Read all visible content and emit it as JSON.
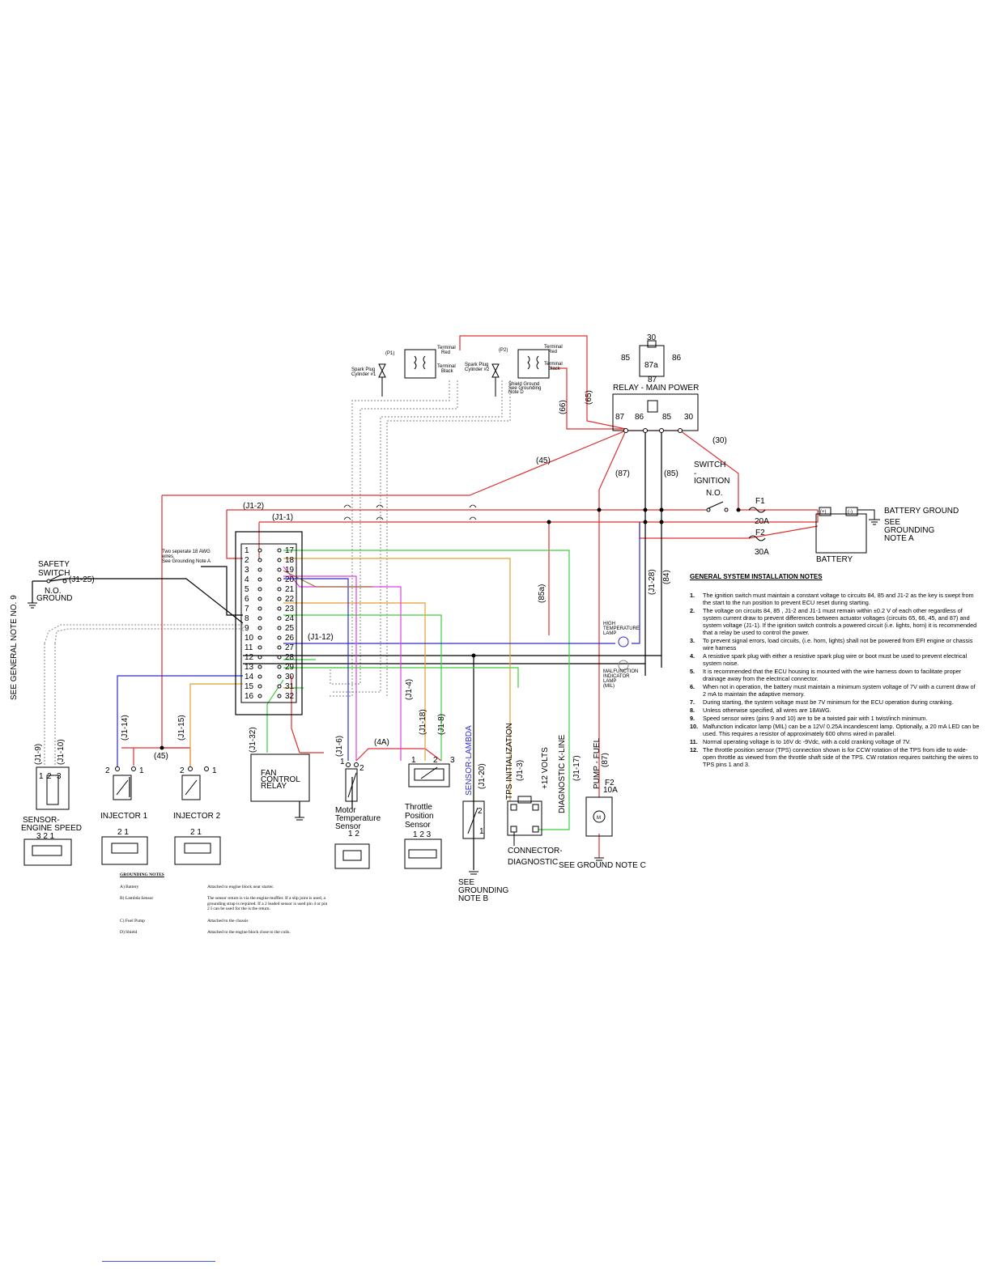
{
  "relay": {
    "title": "RELAY - MAIN POWER",
    "terminals": [
      "87",
      "86",
      "85",
      "30"
    ],
    "symbol": {
      "top": "30",
      "left": "85",
      "right": "86",
      "center": "87a",
      "bottom": "87"
    }
  },
  "circuits": {
    "c65": "(65)",
    "c66": "(66)",
    "c45a": "(45)",
    "c87": "(87)",
    "c85": "(85)",
    "c30": "(30)",
    "c85a": "(85a)",
    "c84": "(84)",
    "c45b": "(45)",
    "c4a": "(4A)"
  },
  "wire_labels": {
    "j1_2": "(J1-2)",
    "j1_1": "(J1-1)",
    "j1_25": "(J1-25)",
    "j1_12": "(J1-12)",
    "j1_28": "(J1-28)",
    "j1_4": "(J1-4)",
    "j1_18": "(J1-18)",
    "j1_8": "(J1-8)",
    "j1_6": "(J1-6)",
    "j1_14": "(J1-14)",
    "j1_15": "(J1-15)",
    "j1_9": "(J1-9)",
    "j1_10": "(J1-10)",
    "j1_32": "(J1-32)",
    "j1_20": "(J1-20)",
    "j1_3": "(J1-3)",
    "j1_17": "(J1-17)",
    "c87b": "(87)"
  },
  "ignition": {
    "line1": "SWITCH",
    "line2": "-",
    "line3": "IGNITION",
    "state": "N.O."
  },
  "fuses": {
    "f1": "F1",
    "f1_rating": "20A",
    "f2": "F2",
    "f2_rating": "30A",
    "f2_pump": "F2",
    "f2_pump_rating": "10A"
  },
  "battery": {
    "label": "BATTERY",
    "pos": "(+)",
    "neg": "(-)",
    "ground": "BATTERY GROUND",
    "note1": "SEE",
    "note2": "GROUNDING",
    "note3": "NOTE A"
  },
  "ecu": {
    "left_pins": [
      "1",
      "2",
      "3",
      "4",
      "5",
      "6",
      "7",
      "8",
      "9",
      "10",
      "11",
      "12",
      "13",
      "14",
      "15",
      "16"
    ],
    "right_pins": [
      "17",
      "18",
      "19",
      "20",
      "21",
      "22",
      "23",
      "24",
      "25",
      "26",
      "27",
      "28",
      "29",
      "30",
      "31",
      "32"
    ],
    "shield_note1": "Two seperate 18 AWG",
    "shield_note2": "wires.",
    "shield_note3": "See Grounding Note A"
  },
  "safety": {
    "line1": "SAFETY",
    "line2": "SWITCH",
    "state": "N.O.",
    "ground": "GROUND"
  },
  "side_note": "SEE GENERAL NOTE NO. 9",
  "spark": {
    "c1_label1": "Spark Plug",
    "c1_label2": "Cylinder #1",
    "c1_tag": "(P1)",
    "c2_label1": "Spark Plug",
    "c2_label2": "Cylinder #2",
    "c2_tag": "(P2)",
    "term_red": "Terminal",
    "term_red2": "Red",
    "term_black": "Terminal",
    "term_black2": "Black",
    "coil_ground1": "Shield Ground",
    "coil_ground2": "See Grounding",
    "coil_ground3": "Note D"
  },
  "lamps": {
    "high_temp1": "HIGH",
    "high_temp2": "TEMPERATURE",
    "high_temp3": "LAMP",
    "mil1": "MALFUNCTION",
    "mil2": "INDICATOR",
    "mil3": "LAMP",
    "mil4": "(MIL)"
  },
  "components": {
    "fan1": "FAN",
    "fan2": "CONTROL",
    "fan3": "RELAY",
    "inj1": "INJECTOR 1",
    "inj2": "INJECTOR 2",
    "inj_pins": "2 1",
    "speed1": "SENSOR-",
    "speed2": "ENGINE SPEED",
    "speed_pins": "3 2 1",
    "motor1": "Motor",
    "motor2": "Temperature",
    "motor3": "Sensor",
    "motor_pins": "1 2",
    "tps1": "Throttle",
    "tps2": "Position",
    "tps3": "Sensor",
    "tps_pins": "1 2 3",
    "lambda": "SENSOR-LAMBDA",
    "lambda_note1": "SEE",
    "lambda_note2": "GROUNDING",
    "lambda_note3": "NOTE B",
    "tps_init": "TPS INITIALIZATION",
    "v12": "+12 VOLTS",
    "kline": "DIAGNOSTIC K-LINE",
    "pump": "PUMP - FUEL",
    "diag1": "CONNECTOR-",
    "diag2": "DIAGNOSTIC",
    "ground_c": "SEE GROUND NOTE C"
  },
  "general_notes": {
    "title": "GENERAL SYSTEM INSTALLATION NOTES",
    "items": [
      {
        "n": "1.",
        "text": "The ignition switch must maintain a constant voltage to circuits 84, 85 and J1-2 as the key is swept from the start to the run position to prevent ECU reset during starting."
      },
      {
        "n": "2.",
        "text": "The voltage on circuits 84, 85 , J1-2 and J1-1 must remain within ±0.2 V of each other regardless of system current draw to prevent differences between actuator voltages (circuits 65, 66, 45, and 87) and system voltage (J1-1). If the ignition switch controls a powered circuit (i.e. lights, horn) it is recommended that a relay be used to control the power."
      },
      {
        "n": "3.",
        "text": "To prevent signal errors, load circuits, (i.e. horn, lights) shall not be powered from EFI engine or chassis wire harness"
      },
      {
        "n": "4.",
        "text": "A resistive spark plug with either a resistive spark plug wire or boot must be used to prevent electrical system noise."
      },
      {
        "n": "5.",
        "text": "It is recommended that the ECU housing is mounted with the wire harness down to facilitate proper drainage away from the electrical connector."
      },
      {
        "n": "6.",
        "text": "When not in operation, the battery must maintain a minimum system voltage of 7V with a current draw of 2 mA to maintain the adaptive memory."
      },
      {
        "n": "7.",
        "text": "During starting, the system voltage must be 7V minimum for the ECU operation during cranking."
      },
      {
        "n": "8.",
        "text": "Unless otherwise specified, all wires are 18AWG."
      },
      {
        "n": "9.",
        "text": "Speed sensor wires (pins 9 and 10) are to be a twisted pair with 1 twist/inch minimum."
      },
      {
        "n": "10.",
        "text": "Malfunction indicator lamp (MIL) can be a 12V/ 0.25A incandescent lamp. Optionally, a 20 mA LED can be used. This requires a resistor of approximately 600 ohms wired in parallel."
      },
      {
        "n": "11.",
        "text": "Normal operating voltage is to 16V dc -9Vdc, with a cold cranking voltage of 7V."
      },
      {
        "n": "12.",
        "text": "The throttle position sensor (TPS) connection shown is for CCW rotation of the TPS from idle to wide-open throttle as viewed from the throttle shaft side of the TPS. CW rotation requires switching the wires to TPS pins 1 and 3."
      }
    ]
  },
  "grounding_notes": {
    "title": "GROUNDING NOTES",
    "rows": [
      {
        "k": "A) Battery",
        "v": "Attached to engine block near starter."
      },
      {
        "k": "B) Lambda Sensor",
        "v": "The sensor return is via the engine muffler. If a slip joint is used, a grounding strap is required. If a 2 leaded sensor is used pin 4 or pin 2 I can be used for the is the return."
      },
      {
        "k": "C) Fuel Pump",
        "v": "Attached to the chassis"
      },
      {
        "k": "D) Shield",
        "v": "Attached to the engine block close to the coils."
      }
    ]
  },
  "colors": {
    "red": "#e03030",
    "black": "#000000",
    "green": "#3ecf3e",
    "orange": "#e0a030",
    "blue": "#2c2cd0",
    "magenta": "#e040e0",
    "brown": "#a07030",
    "gray": "#888888"
  }
}
